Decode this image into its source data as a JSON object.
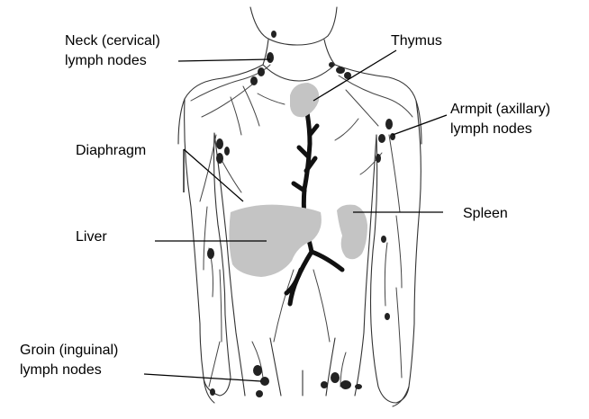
{
  "labels": {
    "neck_line1": "Neck (cervical)",
    "neck_line2": "lymph nodes",
    "thymus": "Thymus",
    "armpit_line1": "Armpit (axillary)",
    "armpit_line2": "lymph nodes",
    "diaphragm": "Diaphragm",
    "spleen": "Spleen",
    "liver": "Liver",
    "groin_line1": "Groin (inguinal)",
    "groin_line2": "lymph nodes"
  },
  "colors": {
    "organ_fill": "#c4c4c4",
    "lymph_node": "#222222",
    "outline": "#333333"
  }
}
